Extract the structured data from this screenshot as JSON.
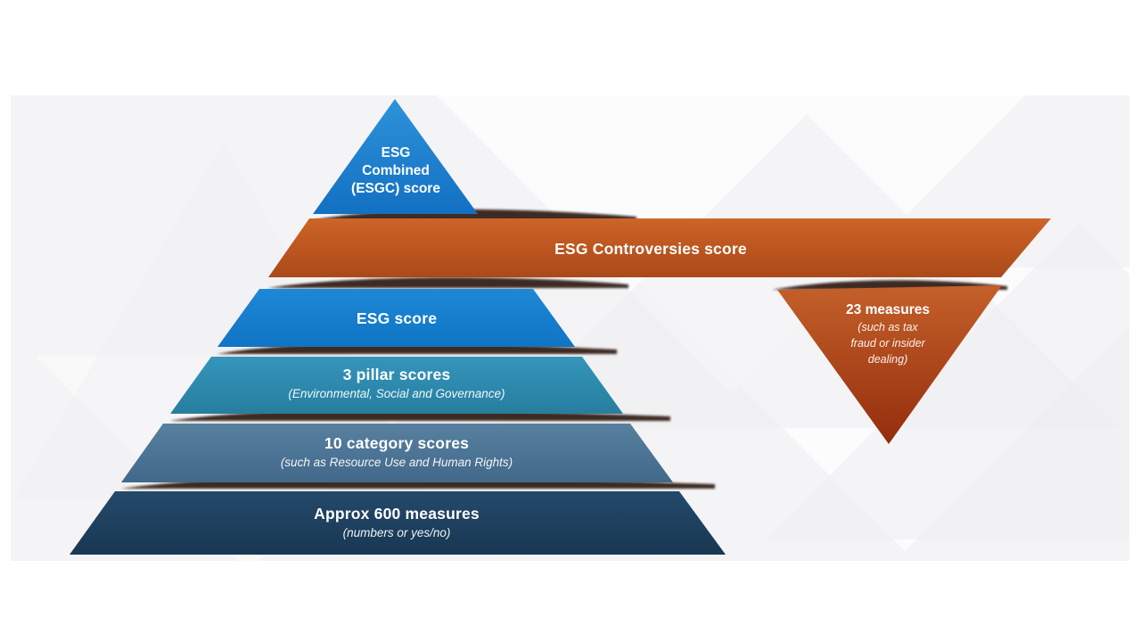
{
  "diagram": {
    "type": "esg-score-pyramid",
    "apex": {
      "line1": "ESG",
      "line2": "Combined",
      "line3": "(ESGC) score"
    },
    "levels": {
      "controversies": {
        "label": "ESG Controversies score"
      },
      "esg_score": {
        "label": "ESG score"
      },
      "pillars": {
        "label": "3 pillar scores",
        "sub": "(Environmental, Social and Governance)"
      },
      "categories": {
        "label": "10 category scores",
        "sub": "(such as Resource Use and Human Rights)"
      },
      "measures": {
        "label": "Approx 600 measures",
        "sub": "(numbers or yes/no)"
      }
    },
    "callout": {
      "label": "23 measures",
      "sub1": "(such as tax",
      "sub2": "fraud or insider",
      "sub3": "dealing)"
    }
  },
  "colors": {
    "canvas_bg": "#f4f4f6",
    "watermark_white": "#ffffff",
    "watermark_gray": "#ededf0",
    "blue_top": "#2e92da",
    "blue_bottom": "#1370c2",
    "orange_top": "#cd6428",
    "orange_bottom": "#ab4918",
    "esg_top": "#1e88d6",
    "esg_bottom": "#0f74c4",
    "teal_top": "#3595bc",
    "teal_bottom": "#267e9e",
    "steel_top": "#57819f",
    "steel_bottom": "#42688a",
    "navy_top": "#24496a",
    "navy_bottom": "#183853",
    "inverted_top": "#c4602a",
    "inverted_bottom": "#942d0c",
    "shadow": "#2a1310",
    "text": "#ffffff"
  }
}
